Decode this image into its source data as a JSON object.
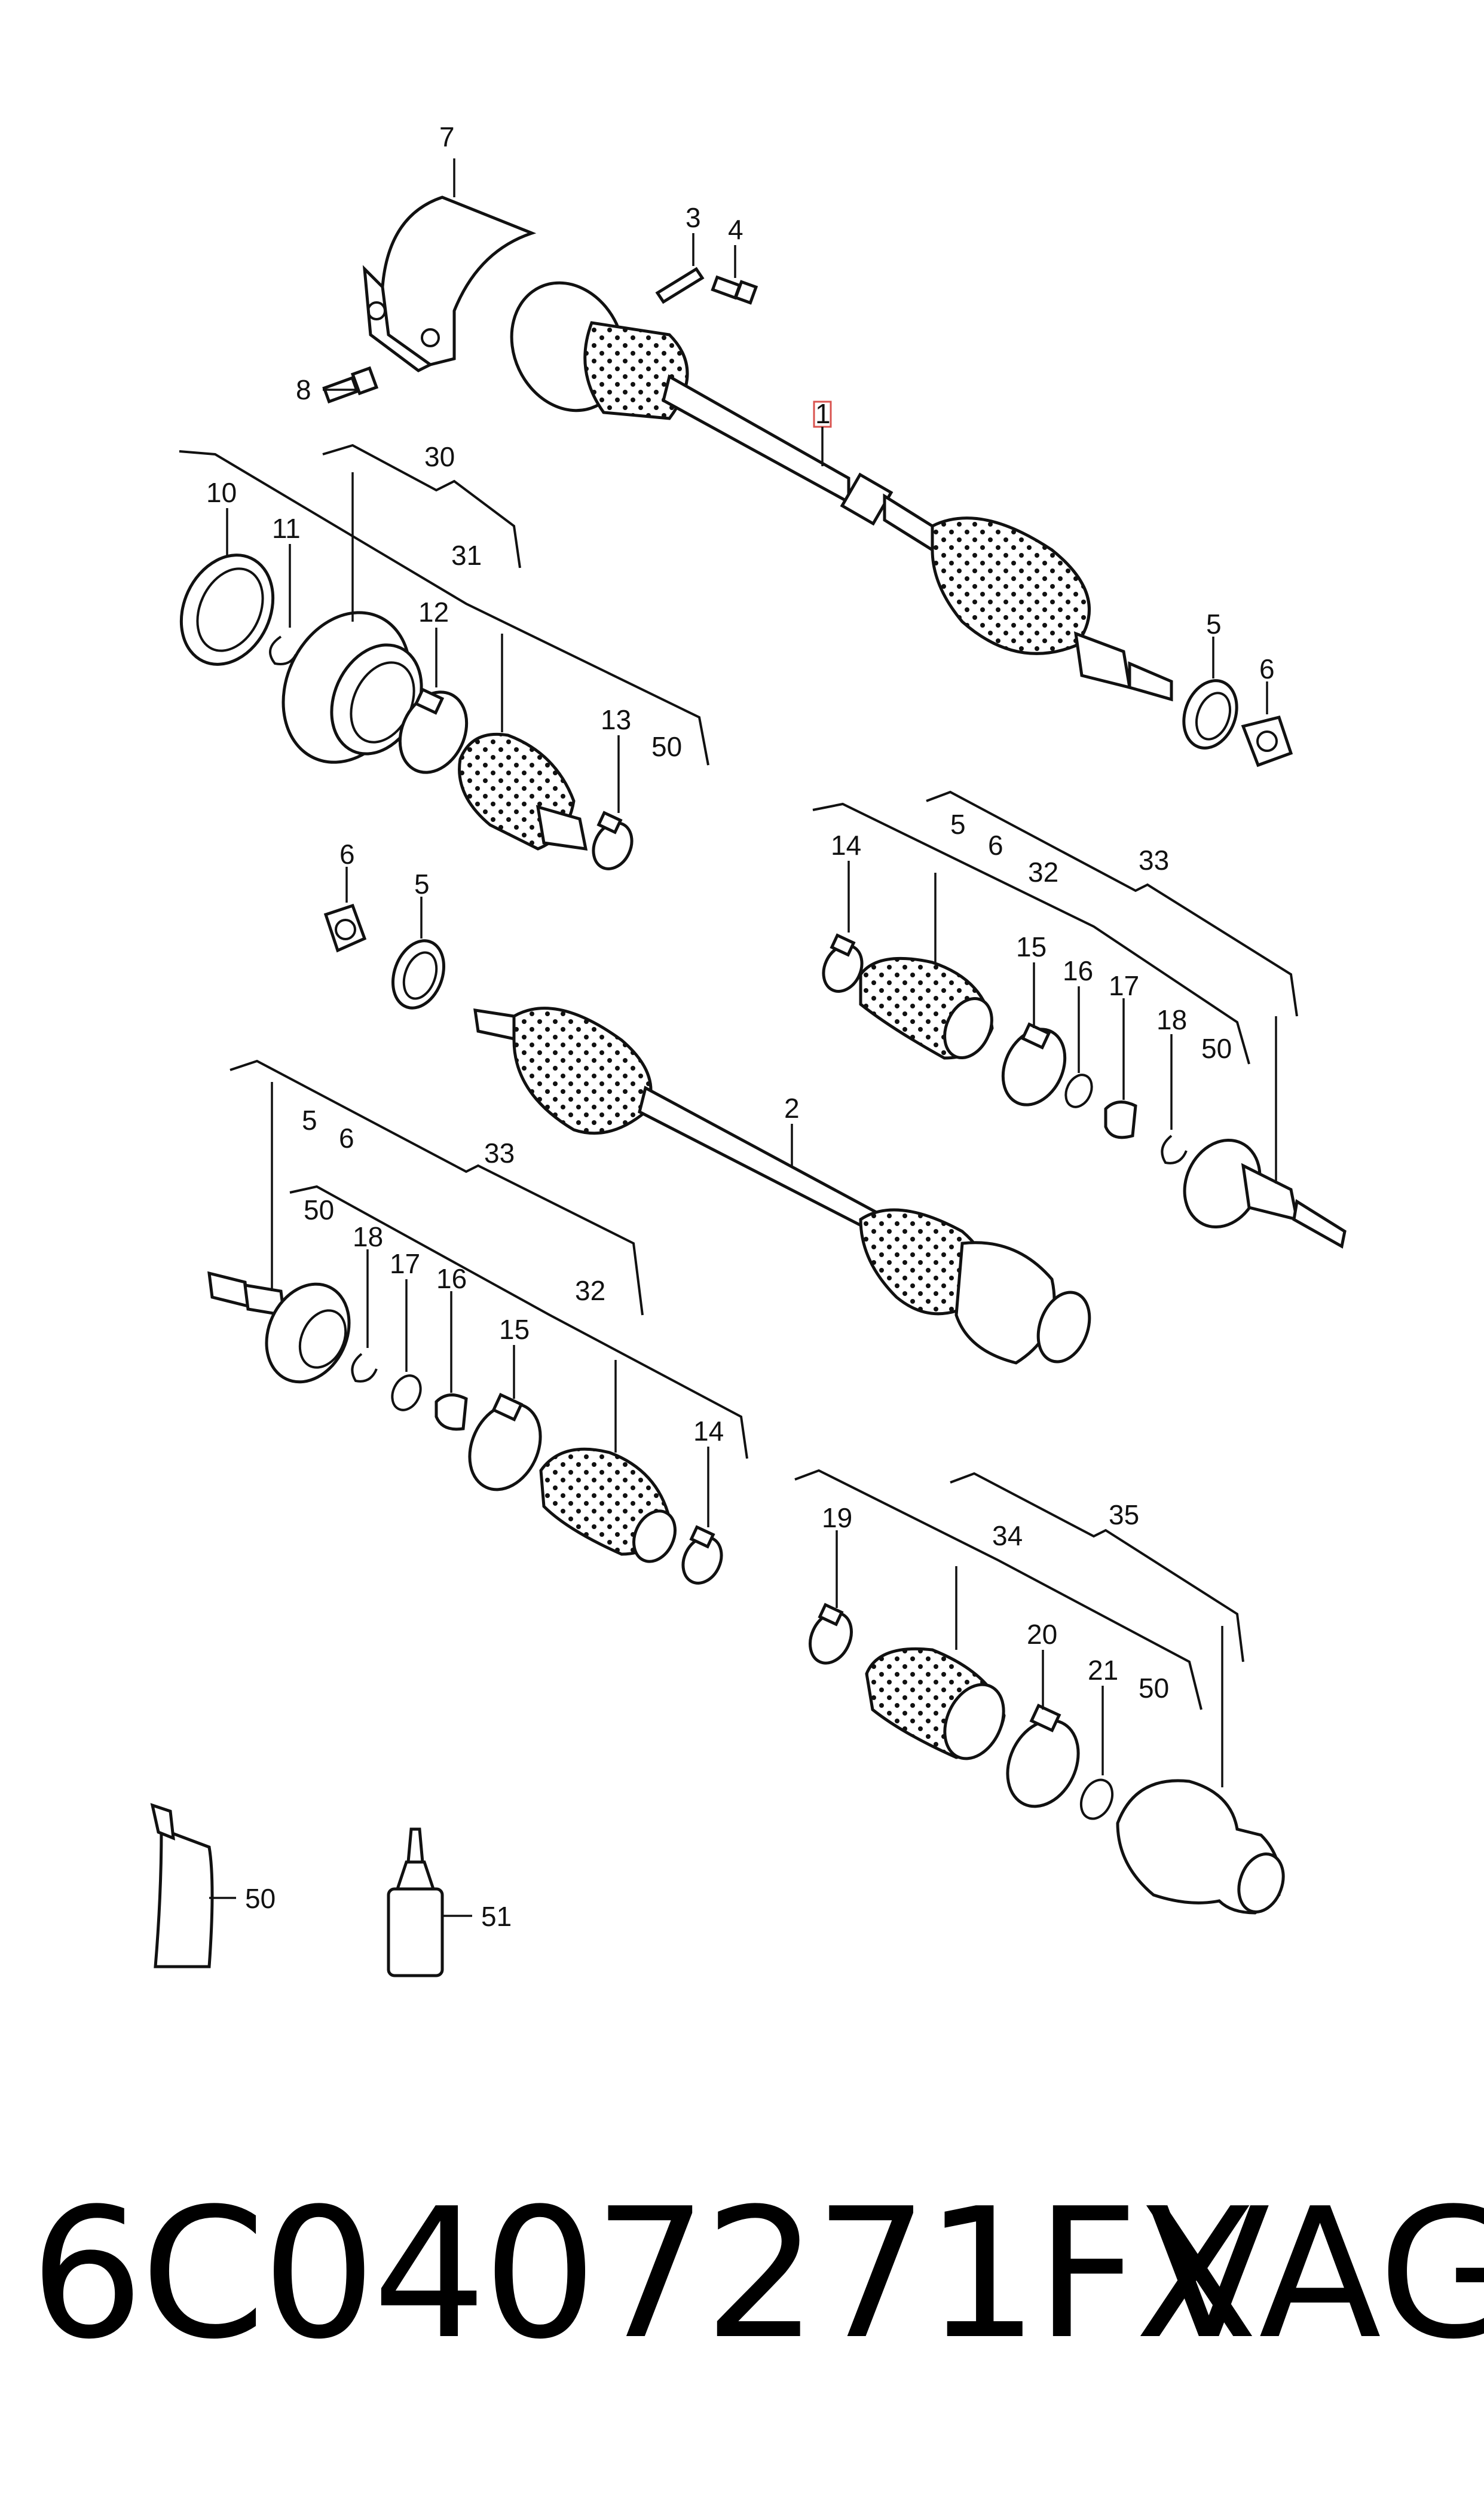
{
  "part_number": "6C0407271FX",
  "brand": "VAG",
  "highlighted_callout": "1",
  "callouts": {
    "c1": "1",
    "c2": "2",
    "c3": "3",
    "c4": "4",
    "c5a": "5",
    "c6a": "6",
    "c7": "7",
    "c8": "8",
    "c10": "10",
    "c11": "11",
    "c12": "12",
    "c13": "13",
    "c30": "30",
    "c31": "31",
    "c50a": "50",
    "c6b": "6",
    "c5b": "5",
    "c14a": "14",
    "c5c": "5",
    "c6c": "6",
    "c32a": "32",
    "c33a": "33",
    "c15a": "15",
    "c16a": "16",
    "c17a": "17",
    "c18a": "18",
    "c50b": "50",
    "c5d": "5",
    "c6d": "6",
    "c33b": "33",
    "c50c": "50",
    "c18b": "18",
    "c17b": "17",
    "c16b": "16",
    "c15b": "15",
    "c32b": "32",
    "c14b": "14",
    "c19": "19",
    "c34": "34",
    "c35": "35",
    "c20": "20",
    "c21": "21",
    "c50d": "50",
    "c50e": "50",
    "c51": "51"
  },
  "colors": {
    "line": "#111111",
    "highlight_box": "#d9534f",
    "background": "#ffffff"
  }
}
